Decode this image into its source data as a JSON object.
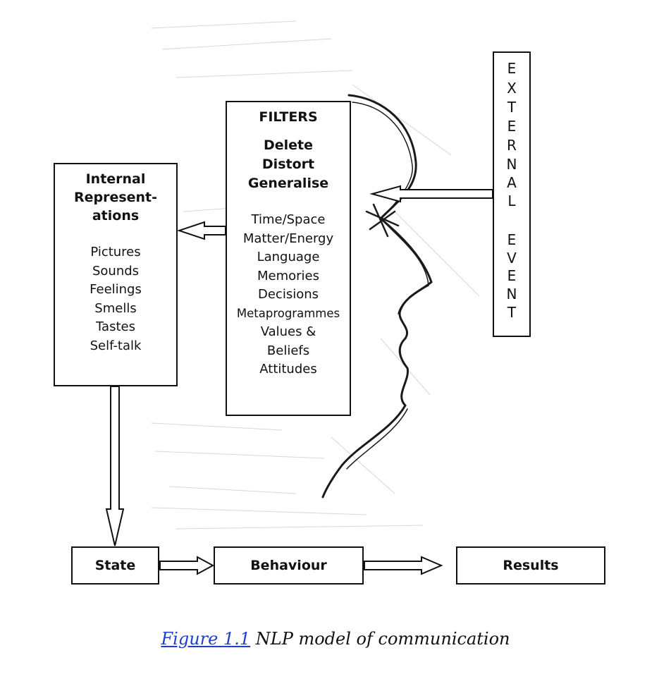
{
  "internal": {
    "title_lines": [
      "Internal",
      "Represent-",
      "ations"
    ],
    "items": [
      "Pictures",
      "Sounds",
      "Feelings",
      "Smells",
      "Tastes",
      "Self-talk"
    ]
  },
  "filters": {
    "title": "FILTERS",
    "processes": [
      "Delete",
      "Distort",
      "Generalise"
    ],
    "items": [
      "Time/Space",
      "Matter/Energy",
      "Language",
      "Memories",
      "Decisions",
      "Metaprogrammes",
      "Values &",
      "Beliefs",
      "Attitudes"
    ]
  },
  "external": {
    "letters": [
      "E",
      "X",
      "T",
      "E",
      "R",
      "N",
      "A",
      "L",
      "E",
      "V",
      "E",
      "N",
      "T"
    ]
  },
  "flow": {
    "state": "State",
    "behaviour": "Behaviour",
    "results": "Results"
  },
  "caption": {
    "link": "Figure 1.1",
    "text": " NLP model of communication"
  }
}
